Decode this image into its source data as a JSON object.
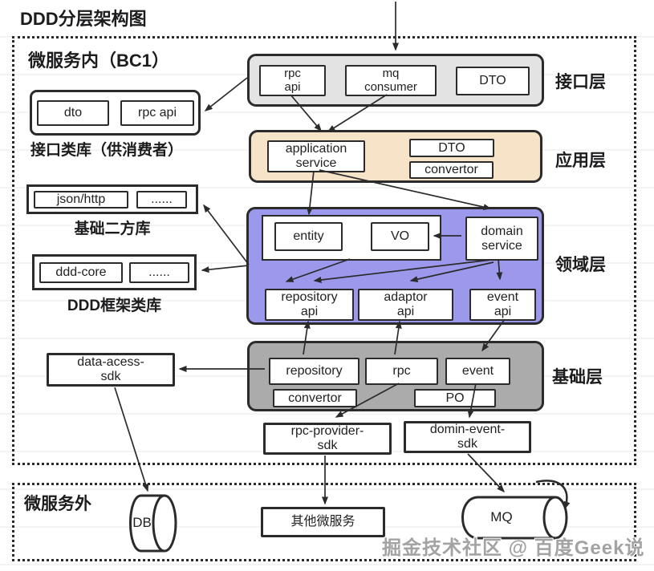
{
  "title": "DDD分层架构图",
  "watermark": "掘金技术社区 @ 百度Geek说",
  "inside": {
    "label": "微服务内（BC1）",
    "interface_layer": {
      "label": "接口层",
      "rpc_api": "rpc\napi",
      "mq_consumer": "mq\nconsumer",
      "dto": "DTO"
    },
    "application_layer": {
      "label": "应用层",
      "application_service": "application\nservice",
      "dto": "DTO",
      "convertor": "convertor"
    },
    "domain_layer": {
      "label": "领域层",
      "entity": "entity",
      "vo": "VO",
      "domain_service": "domain\nservice",
      "repository_api": "repository\napi",
      "adaptor_api": "adaptor\napi",
      "event_api": "event\napi"
    },
    "infrastructure_layer": {
      "label": "基础层",
      "repository": "repository",
      "rpc": "rpc",
      "event": "event",
      "convertor": "convertor",
      "po": "PO"
    },
    "sdk_boxes": {
      "rpc_provider_sdk": "rpc-provider-\nsdk",
      "domin_event_sdk": "domin-event-\nsdk",
      "data_acess_sdk": "data-acess-\nsdk"
    },
    "left_libs": {
      "interface_lib": {
        "label": "接口类库（供消费者）",
        "dto": "dto",
        "rpc_api": "rpc api"
      },
      "base_lib": {
        "label": "基础二方库",
        "json_http": "json/http",
        "more": "......"
      },
      "ddd_lib": {
        "label": "DDD框架类库",
        "ddd_core": "ddd-core",
        "more": "......"
      }
    }
  },
  "outside": {
    "label": "微服务外",
    "db": "DB",
    "other_service": "其他微服务",
    "mq": "MQ"
  },
  "colors": {
    "interface_fill": "#e3e3e3",
    "application_fill": "#f7e3c8",
    "domain_fill": "#9c99ed",
    "infrastructure_fill": "#ababab",
    "border": "#2b2b2b"
  },
  "edges": [
    {
      "from": "external-top",
      "to": "interface-layer"
    },
    {
      "from": "interface-layer",
      "to": "interface-lib"
    },
    {
      "from": "rpc-api",
      "to": "application-service"
    },
    {
      "from": "mq-consumer",
      "to": "application-service"
    },
    {
      "from": "application-service",
      "to": "entity"
    },
    {
      "from": "application-service",
      "to": "domain-service"
    },
    {
      "from": "domain-service",
      "to": "vo"
    },
    {
      "from": "entity-vo-group",
      "to": "repository-api"
    },
    {
      "from": "domain-service",
      "to": "repository-api"
    },
    {
      "from": "domain-service",
      "to": "adaptor-api"
    },
    {
      "from": "domain-service",
      "to": "event-api"
    },
    {
      "from": "domain-layer",
      "to": "base-lib"
    },
    {
      "from": "domain-layer",
      "to": "ddd-lib"
    },
    {
      "from": "repository-impl",
      "to": "repository-api"
    },
    {
      "from": "rpc-impl",
      "to": "adaptor-api"
    },
    {
      "from": "event-api",
      "to": "event-impl"
    },
    {
      "from": "repository-impl",
      "to": "data-acess-sdk"
    },
    {
      "from": "rpc-impl",
      "to": "rpc-provider-sdk"
    },
    {
      "from": "event-impl",
      "to": "domin-event-sdk"
    },
    {
      "from": "data-acess-sdk",
      "to": "db"
    },
    {
      "from": "rpc-provider-sdk",
      "to": "other-service"
    },
    {
      "from": "domin-event-sdk",
      "to": "mq"
    }
  ]
}
